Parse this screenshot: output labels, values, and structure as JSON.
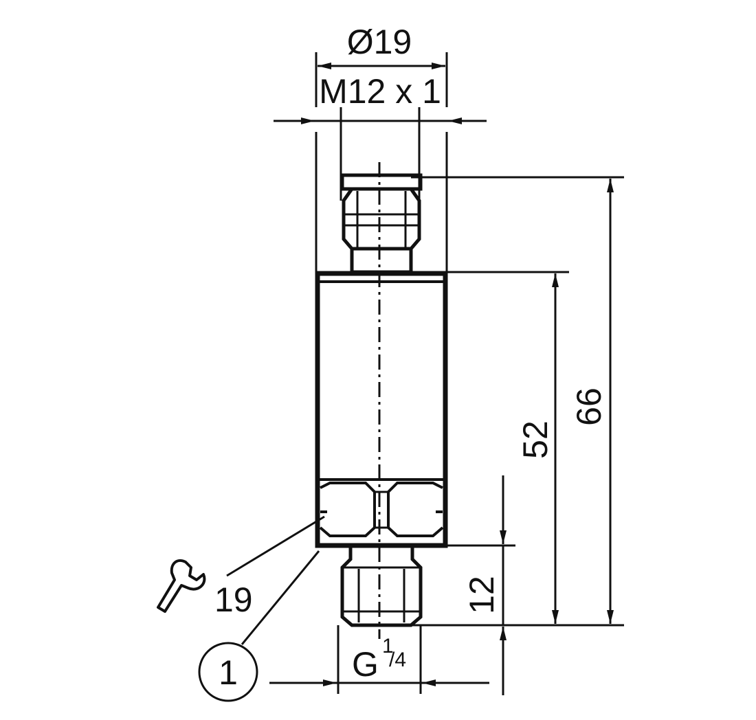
{
  "dimensions": {
    "diameter": "Ø19",
    "thread_top": "M12 x 1",
    "total_length": "66",
    "body_length": "52",
    "thread_length": "12",
    "thread_bottom_main": "G",
    "thread_bottom_num": "1",
    "thread_bottom_den": "/4"
  },
  "wrench": {
    "size": "19",
    "icon": "wrench-icon"
  },
  "callout": {
    "number": "1"
  },
  "colors": {
    "line": "#111111",
    "background": "#ffffff"
  }
}
